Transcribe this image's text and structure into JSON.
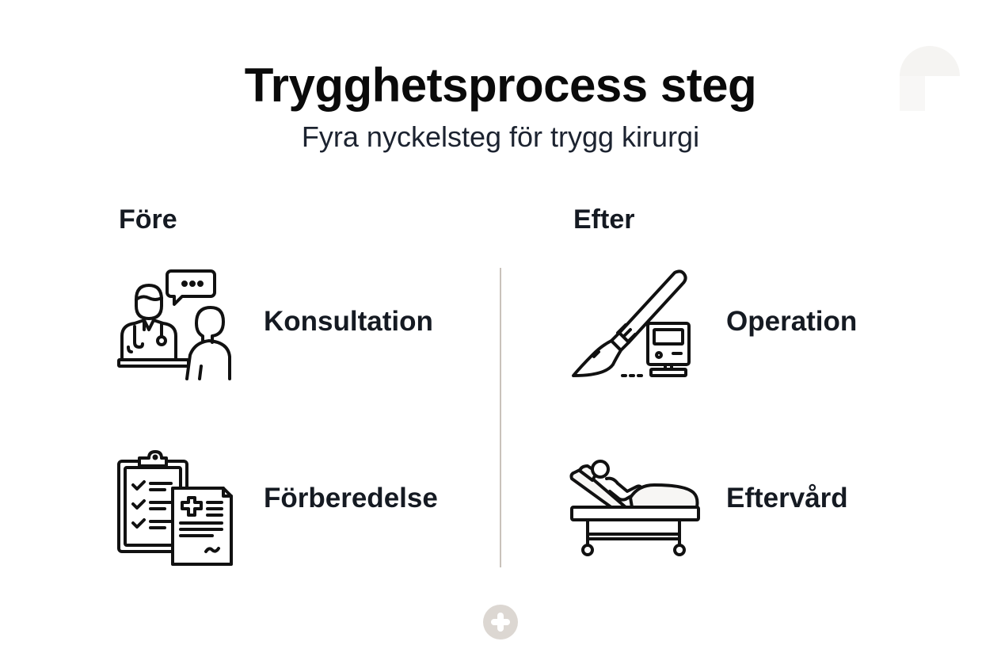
{
  "header": {
    "title": "Trygghetsprocess steg",
    "subtitle": "Fyra nyckelsteg för trygg kirurgi"
  },
  "sections": [
    {
      "heading": "Före",
      "steps": [
        {
          "label": "Konsultation",
          "icon": "doctor-consultation-icon"
        },
        {
          "label": "Förberedelse",
          "icon": "clipboard-medical-document-icon"
        }
      ]
    },
    {
      "heading": "Efter",
      "steps": [
        {
          "label": "Operation",
          "icon": "scalpel-monitor-icon"
        },
        {
          "label": "Eftervård",
          "icon": "hospital-bed-patient-icon"
        }
      ]
    }
  ],
  "footer": {
    "add_icon": "plus-circle-icon"
  },
  "colors": {
    "text": "#151a22",
    "divider": "#c9c2bb",
    "add_button": "#dcd7d2",
    "icon_stroke": "#111111"
  }
}
